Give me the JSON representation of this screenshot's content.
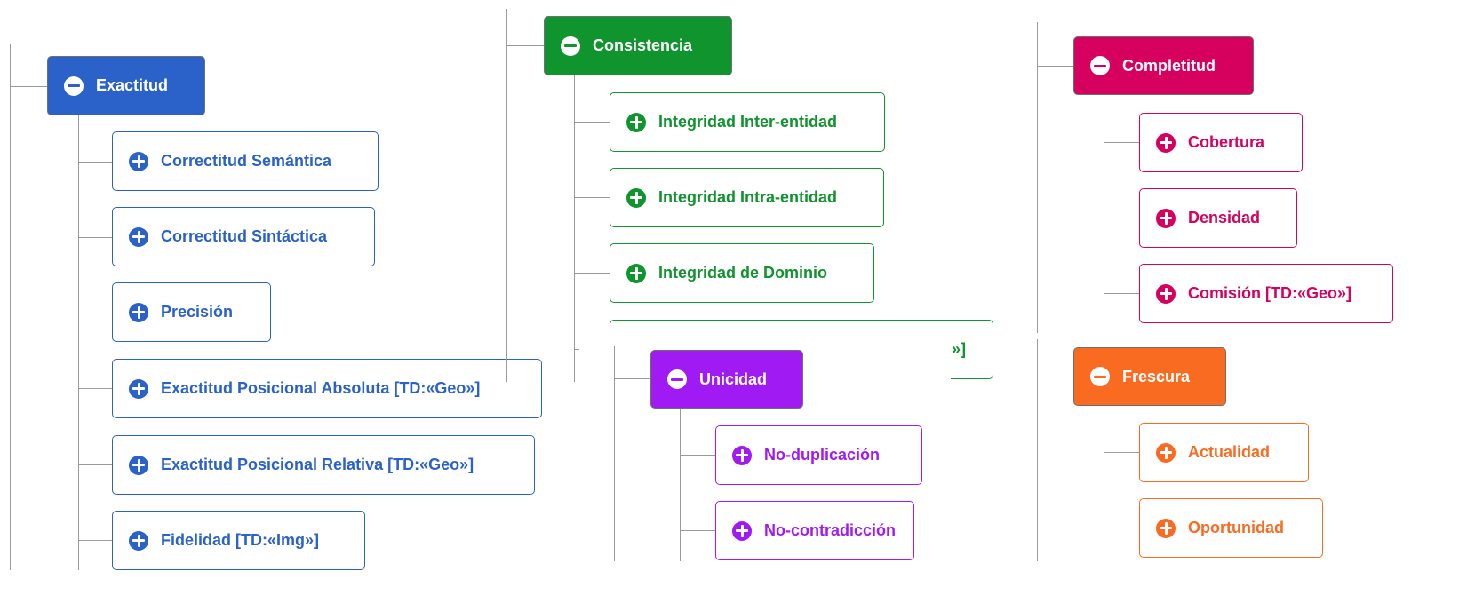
{
  "colors": {
    "exactitud": "#2a62c9",
    "consistencia": "#10942e",
    "completitud": "#d6005f",
    "unicidad": "#a01af3",
    "frescura": "#fa6b22"
  },
  "icons": {
    "collapse": "minus-circle-icon",
    "expand": "plus-circle-icon"
  },
  "exactitud": {
    "label": "Exactitud",
    "children": [
      "Correctitud Semántica",
      "Correctitud Sintáctica",
      "Precisión",
      "Exactitud Posicional Absoluta [TD:«Geo»]",
      "Exactitud Posicional Relativa [TD:«Geo»]",
      "Fidelidad [TD:«Img»]"
    ]
  },
  "consistencia": {
    "label": "Consistencia",
    "children": [
      "Integridad Inter-entidad",
      "Integridad Intra-entidad",
      "Integridad de Dominio",
      "»]"
    ]
  },
  "completitud": {
    "label": "Completitud",
    "children": [
      "Cobertura",
      "Densidad",
      "Comisión [TD:«Geo»]"
    ]
  },
  "unicidad": {
    "label": "Unicidad",
    "children": [
      "No-duplicación",
      "No-contradicción"
    ]
  },
  "frescura": {
    "label": "Frescura",
    "children": [
      "Actualidad",
      "Oportunidad"
    ]
  }
}
